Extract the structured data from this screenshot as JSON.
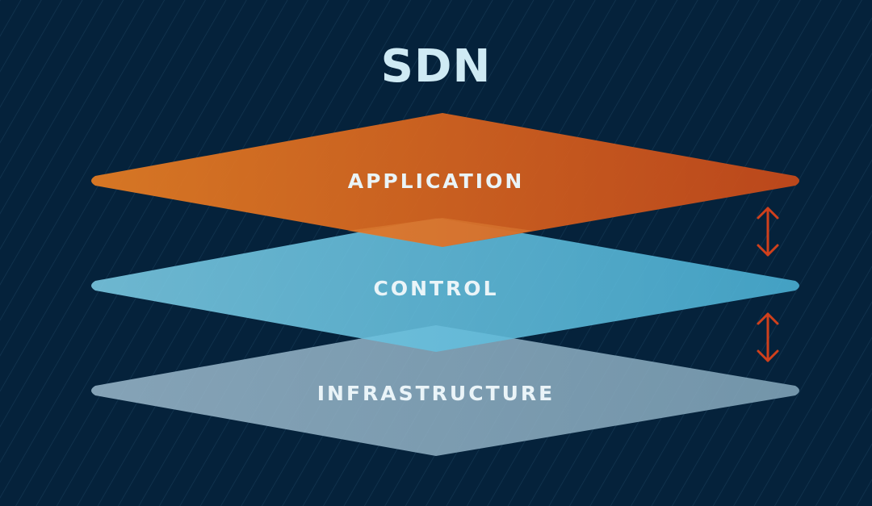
{
  "title": "SDN",
  "layers": [
    {
      "label": "APPLICATION",
      "color": "#d9661e"
    },
    {
      "label": "CONTROL",
      "color": "#5bbadb"
    },
    {
      "label": "INFRASTRUCTURE",
      "color": "#8aacbf"
    }
  ],
  "colors": {
    "background": "#05223b",
    "stripe": "#143752",
    "title": "#cfeaf4",
    "arrow": "#d0401c"
  },
  "icons": [
    "double-arrow-icon",
    "double-arrow-icon"
  ]
}
